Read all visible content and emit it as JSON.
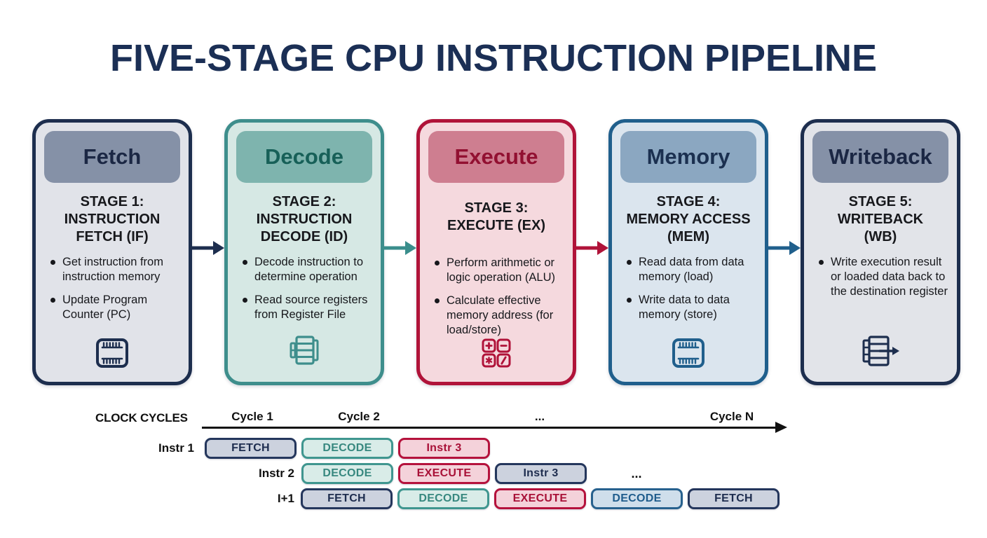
{
  "title": "FIVE-STAGE CPU INSTRUCTION PIPELINE",
  "palette": {
    "title_text": "#1b2f55",
    "body_text": "#17181c",
    "axis_color": "#111111",
    "navy": "#1d2e4e",
    "teal": "#3e8e8c",
    "crimson": "#b01339",
    "steel": "#205f8c"
  },
  "stages": [
    {
      "name": "Fetch",
      "title_lines": [
        "STAGE 1:",
        "INSTRUCTION",
        "FETCH (IF)"
      ],
      "bullets": [
        "Get instruction from instruction memory",
        "Update Program Counter (PC)"
      ],
      "icon": "memory-chip-icon",
      "colors": {
        "border": "#1d2e4e",
        "bg": "#e1e3e9",
        "header_bg": "#8591a7",
        "header_text": "#1b2744",
        "icon": "#1d2e4e"
      }
    },
    {
      "name": "Decode",
      "title_lines": [
        "STAGE 2:",
        "INSTRUCTION",
        "DECODE (ID)"
      ],
      "bullets": [
        "Decode instruction to determine operation",
        "Read source registers from Register File"
      ],
      "icon": "register-file-icon",
      "colors": {
        "border": "#3e8e8c",
        "bg": "#d6e8e4",
        "header_bg": "#7eb4ae",
        "header_text": "#176058",
        "icon": "#3e8e8c"
      }
    },
    {
      "name": "Execute",
      "title_lines": [
        "STAGE 3:",
        "EXECUTE (EX)"
      ],
      "bullets": [
        "Perform arithmetic or logic operation (ALU)",
        "Calculate effective memory address (for load/store)"
      ],
      "icon": "alu-operations-icon",
      "colors": {
        "border": "#b01339",
        "bg": "#f5d9de",
        "header_bg": "#ce7e90",
        "header_text": "#921031",
        "icon": "#b01339"
      }
    },
    {
      "name": "Memory",
      "title_lines": [
        "STAGE 4:",
        "MEMORY ACCESS",
        "(MEM)"
      ],
      "bullets": [
        "Read data from data memory (load)",
        "Write data to data memory (store)"
      ],
      "icon": "memory-chip-icon",
      "colors": {
        "border": "#205f8c",
        "bg": "#dbe5ee",
        "header_bg": "#8ba7c1",
        "header_text": "#1b3050",
        "icon": "#205f8c"
      }
    },
    {
      "name": "Writeback",
      "title_lines": [
        "STAGE 5:",
        "WRITEBACK",
        "(WB)"
      ],
      "bullets": [
        "Write execution result or loaded data back to the destination register"
      ],
      "icon": "register-writeback-icon",
      "colors": {
        "border": "#1d2e4e",
        "bg": "#e2e4e9",
        "header_bg": "#8591a7",
        "header_text": "#1b2744",
        "icon": "#1d2e4e"
      }
    }
  ],
  "arrows": [
    {
      "from": "Fetch",
      "to": "Decode",
      "color": "#1d2e4e"
    },
    {
      "from": "Decode",
      "to": "Execute",
      "color": "#3a8e8c"
    },
    {
      "from": "Execute",
      "to": "Memory",
      "color": "#b01339"
    },
    {
      "from": "Memory",
      "to": "Writeback",
      "color": "#205f8c"
    }
  ],
  "timeline": {
    "axis_label": "CLOCK CYCLES",
    "ticks": [
      "Cycle 1",
      "Cycle 2",
      "...",
      "Cycle N"
    ],
    "themes": {
      "navy": {
        "border": "#24365c",
        "bg": "#ccd2de",
        "text": "#1d2c4e"
      },
      "teal": {
        "border": "#3f968f",
        "bg": "#d9ece8",
        "text": "#37887f"
      },
      "crimson": {
        "border": "#b5123c",
        "bg": "#f4d2da",
        "text": "#a81037"
      },
      "steel": {
        "border": "#27618e",
        "bg": "#cfdeeb",
        "text": "#1f5c8c"
      }
    },
    "rows": [
      {
        "label": "Instr 1",
        "trailing": "",
        "boxes": [
          {
            "text": "FETCH",
            "theme": "navy"
          },
          {
            "text": "DECODE",
            "theme": "teal"
          },
          {
            "text": "Instr 3",
            "theme": "crimson"
          }
        ]
      },
      {
        "label": "Instr 2",
        "trailing": "...",
        "boxes": [
          {
            "text": "DECODE",
            "theme": "teal"
          },
          {
            "text": "EXECUTE",
            "theme": "crimson"
          },
          {
            "text": "Instr 3",
            "theme": "navy"
          }
        ]
      },
      {
        "label": "I+1",
        "trailing": "",
        "boxes": [
          {
            "text": "FETCH",
            "theme": "navy"
          },
          {
            "text": "DECODE",
            "theme": "teal"
          },
          {
            "text": "EXECUTE",
            "theme": "crimson"
          },
          {
            "text": "DECODE",
            "theme": "steel"
          },
          {
            "text": "FETCH",
            "theme": "navy"
          }
        ]
      }
    ]
  }
}
